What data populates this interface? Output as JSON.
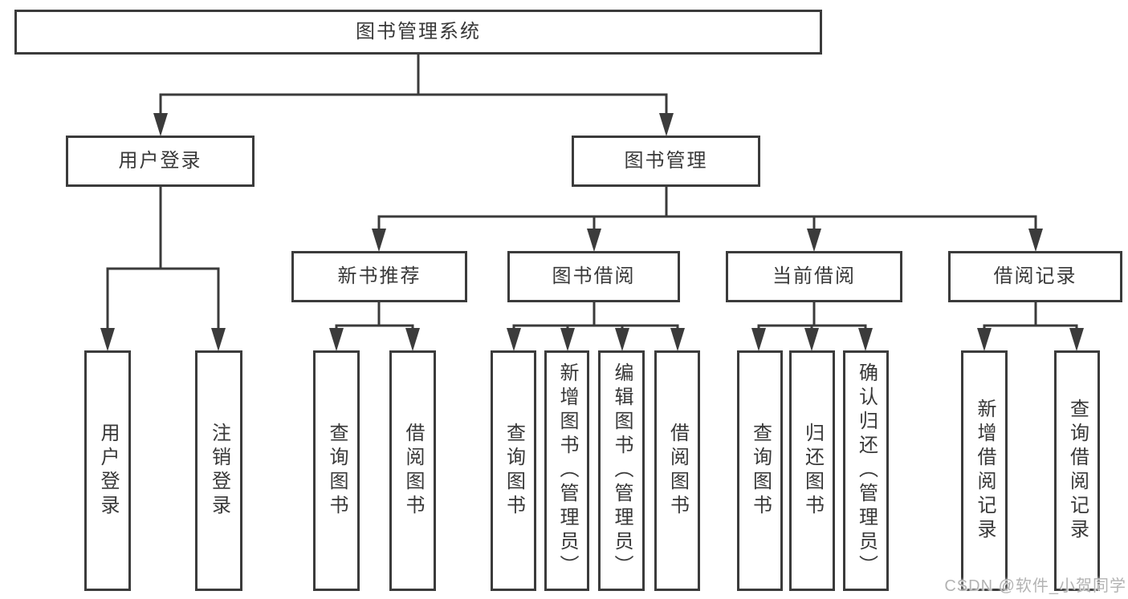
{
  "colors": {
    "line": "#3b3b3b",
    "text": "#383838",
    "background": "#ffffff",
    "watermark": "#b3b3b3"
  },
  "watermark": {
    "text": "CSDN @软件_小贺同学"
  },
  "tree": {
    "label": "图书管理系统",
    "children": [
      {
        "label": "用户登录",
        "children": [
          {
            "label": "用户登录"
          },
          {
            "label": "注销登录"
          }
        ]
      },
      {
        "label": "图书管理",
        "children": [
          {
            "label": "新书推荐",
            "children": [
              {
                "label": "查询图书"
              },
              {
                "label": "借阅图书"
              }
            ]
          },
          {
            "label": "图书借阅",
            "children": [
              {
                "label": "查询图书"
              },
              {
                "label": "新增图书（管理员）"
              },
              {
                "label": "编辑图书（管理员）"
              },
              {
                "label": "借阅图书"
              }
            ]
          },
          {
            "label": "当前借阅",
            "children": [
              {
                "label": "查询图书"
              },
              {
                "label": "归还图书"
              },
              {
                "label": "确认归还（管理员）"
              }
            ]
          },
          {
            "label": "借阅记录",
            "children": [
              {
                "label": "新增借阅记录"
              },
              {
                "label": "查询借阅记录"
              }
            ]
          }
        ]
      }
    ]
  }
}
